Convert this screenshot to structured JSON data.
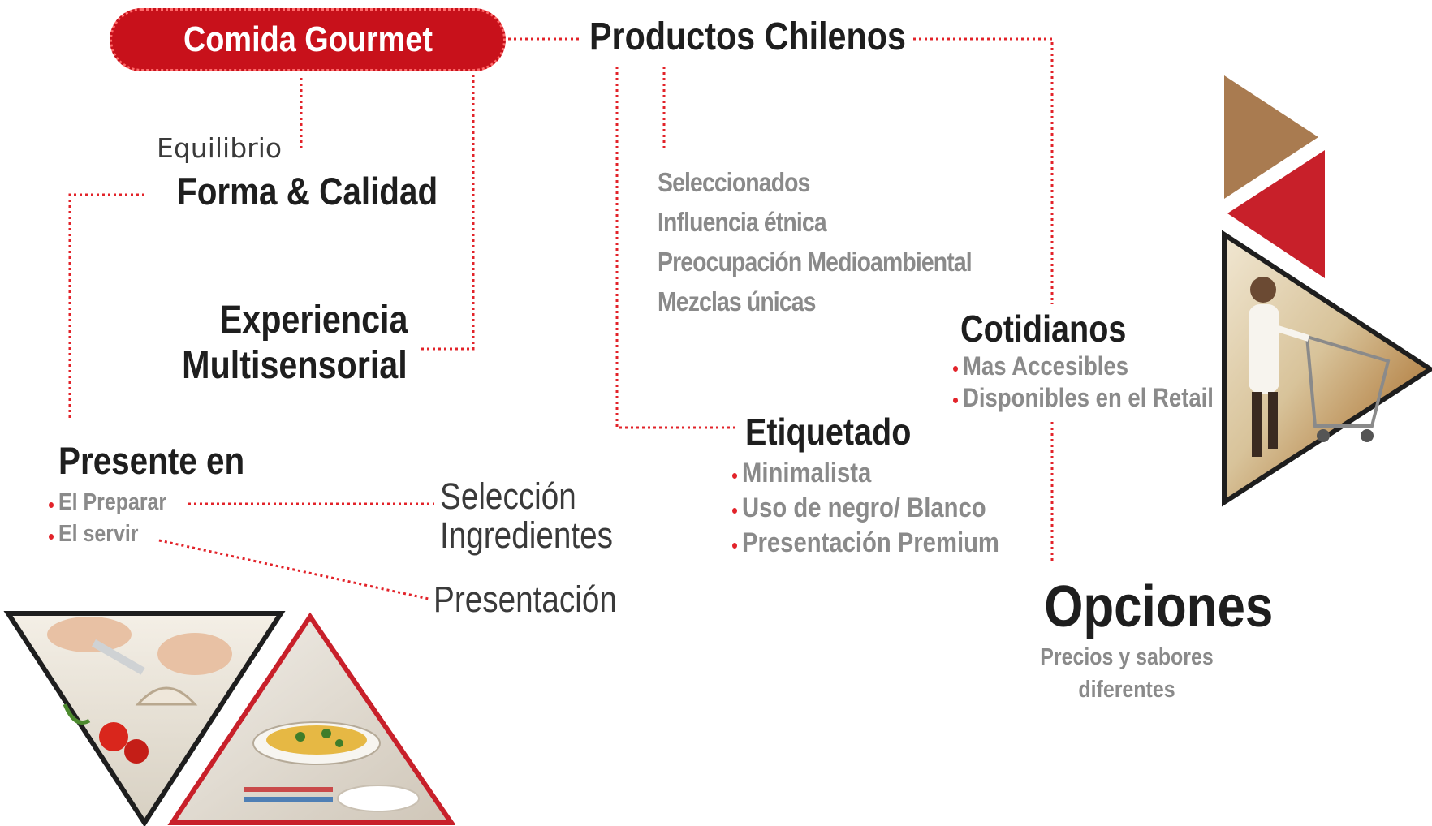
{
  "header": {
    "main_topic": "Comida Gourmet",
    "secondary_topic": "Productos Chilenos"
  },
  "forma": {
    "kicker": "Equilibrio",
    "title": "Forma & Calidad"
  },
  "experiencia": {
    "line1": "Experiencia",
    "line2": "Multisensorial"
  },
  "presente": {
    "title": "Presente en",
    "items": [
      "El Preparar",
      "El servir"
    ]
  },
  "seleccion": {
    "line1": "Selección",
    "line2": "Ingredientes"
  },
  "presentacion": "Presentación",
  "productos_list": [
    "Seleccionados",
    "Influencia étnica",
    "Preocupación Medioambiental",
    "Mezclas únicas"
  ],
  "etiquetado": {
    "title": "Etiquetado",
    "items": [
      "Minimalista",
      "Uso de negro/ Blanco",
      "Presentación Premium"
    ]
  },
  "cotidianos": {
    "title": "Cotidianos",
    "items": [
      "Mas Accesibles",
      "Disponibles en el Retail"
    ]
  },
  "opciones": {
    "title": "Opciones",
    "line1": "Precios y sabores",
    "line2": "diferentes"
  },
  "colors": {
    "accent_red": "#c8111b",
    "dotted_line": "#e2232a",
    "tan": "#a97b50",
    "dark_text": "#1e1e1e",
    "gray_text": "#8a8a8a"
  }
}
